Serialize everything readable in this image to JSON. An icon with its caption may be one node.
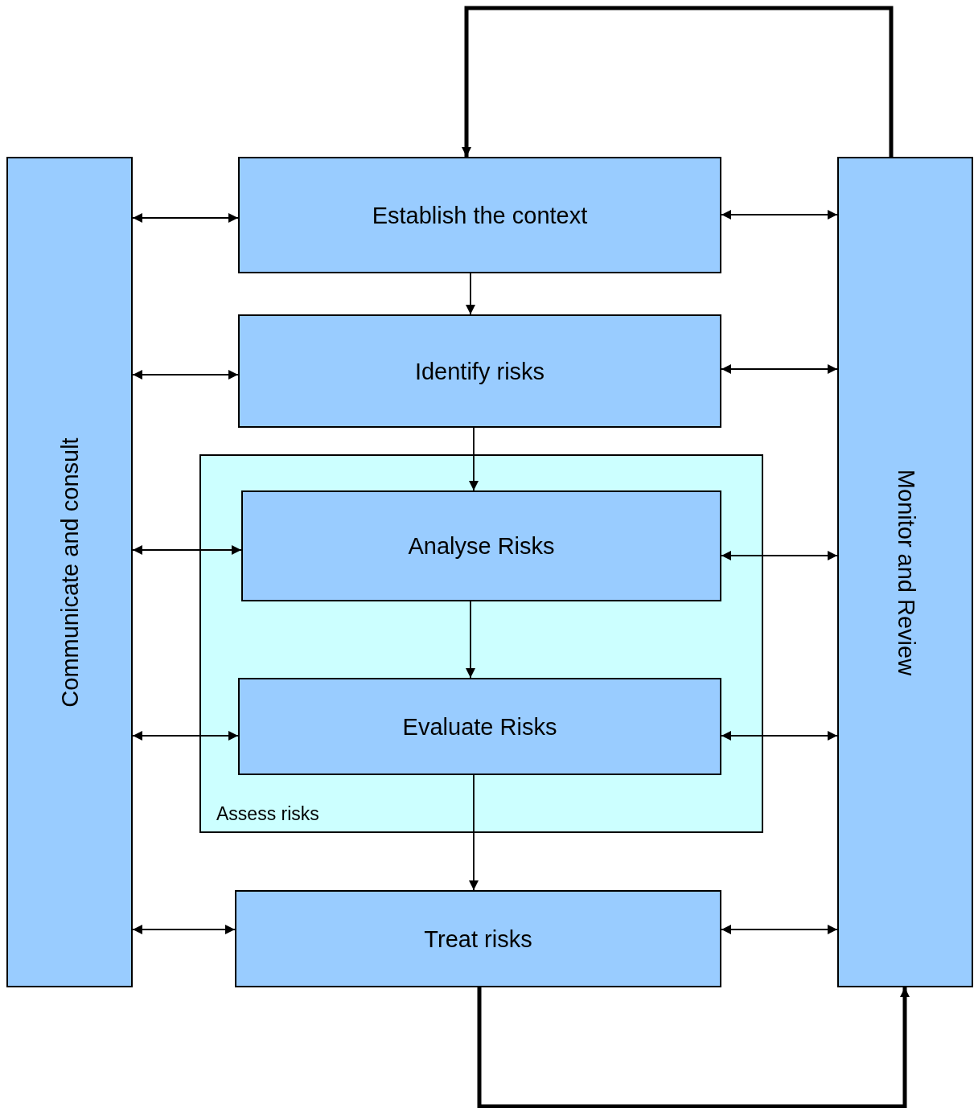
{
  "diagram": {
    "nodes": [
      {
        "text": [
          "Communicate and consult"
        ]
      },
      {
        "text": [
          "Establish the context"
        ]
      },
      {
        "text": [
          "Identify risks"
        ]
      },
      {
        "text": [
          "Assess risks"
        ]
      },
      {
        "text": [
          "Analyse Risks"
        ],
        "in": 3
      },
      {
        "text": [
          "Evaluate Risks"
        ],
        "in": 3
      },
      {
        "text": [
          "Treat risks"
        ]
      },
      {
        "text": [
          "Monitor and Review"
        ]
      }
    ],
    "edges": [
      {
        "from": 0,
        "to": 1,
        "arrow": "both"
      },
      {
        "from": 1,
        "to": 7,
        "arrow": "both"
      },
      {
        "from": 1,
        "to": 2,
        "arrow": "to"
      },
      {
        "from": 0,
        "to": 2,
        "arrow": "both"
      },
      {
        "from": 2,
        "to": 7,
        "arrow": "both"
      },
      {
        "from": 2,
        "to": 4,
        "arrow": "to"
      },
      {
        "from": 0,
        "to": 4,
        "arrow": "both"
      },
      {
        "from": 4,
        "to": 7,
        "arrow": "both"
      },
      {
        "from": 4,
        "to": 5,
        "arrow": "to"
      },
      {
        "from": 0,
        "to": 5,
        "arrow": "both"
      },
      {
        "from": 5,
        "to": 7,
        "arrow": "both"
      },
      {
        "from": 5,
        "to": 6,
        "arrow": "to"
      },
      {
        "from": 0,
        "to": 6,
        "arrow": "both"
      },
      {
        "from": 6,
        "to": 7,
        "arrow": "both"
      },
      {
        "from": 7,
        "to": 1,
        "arrow": "to",
        "style": "thick"
      },
      {
        "from": 6,
        "to": 7,
        "arrow": "to",
        "style": "thick"
      }
    ]
  }
}
